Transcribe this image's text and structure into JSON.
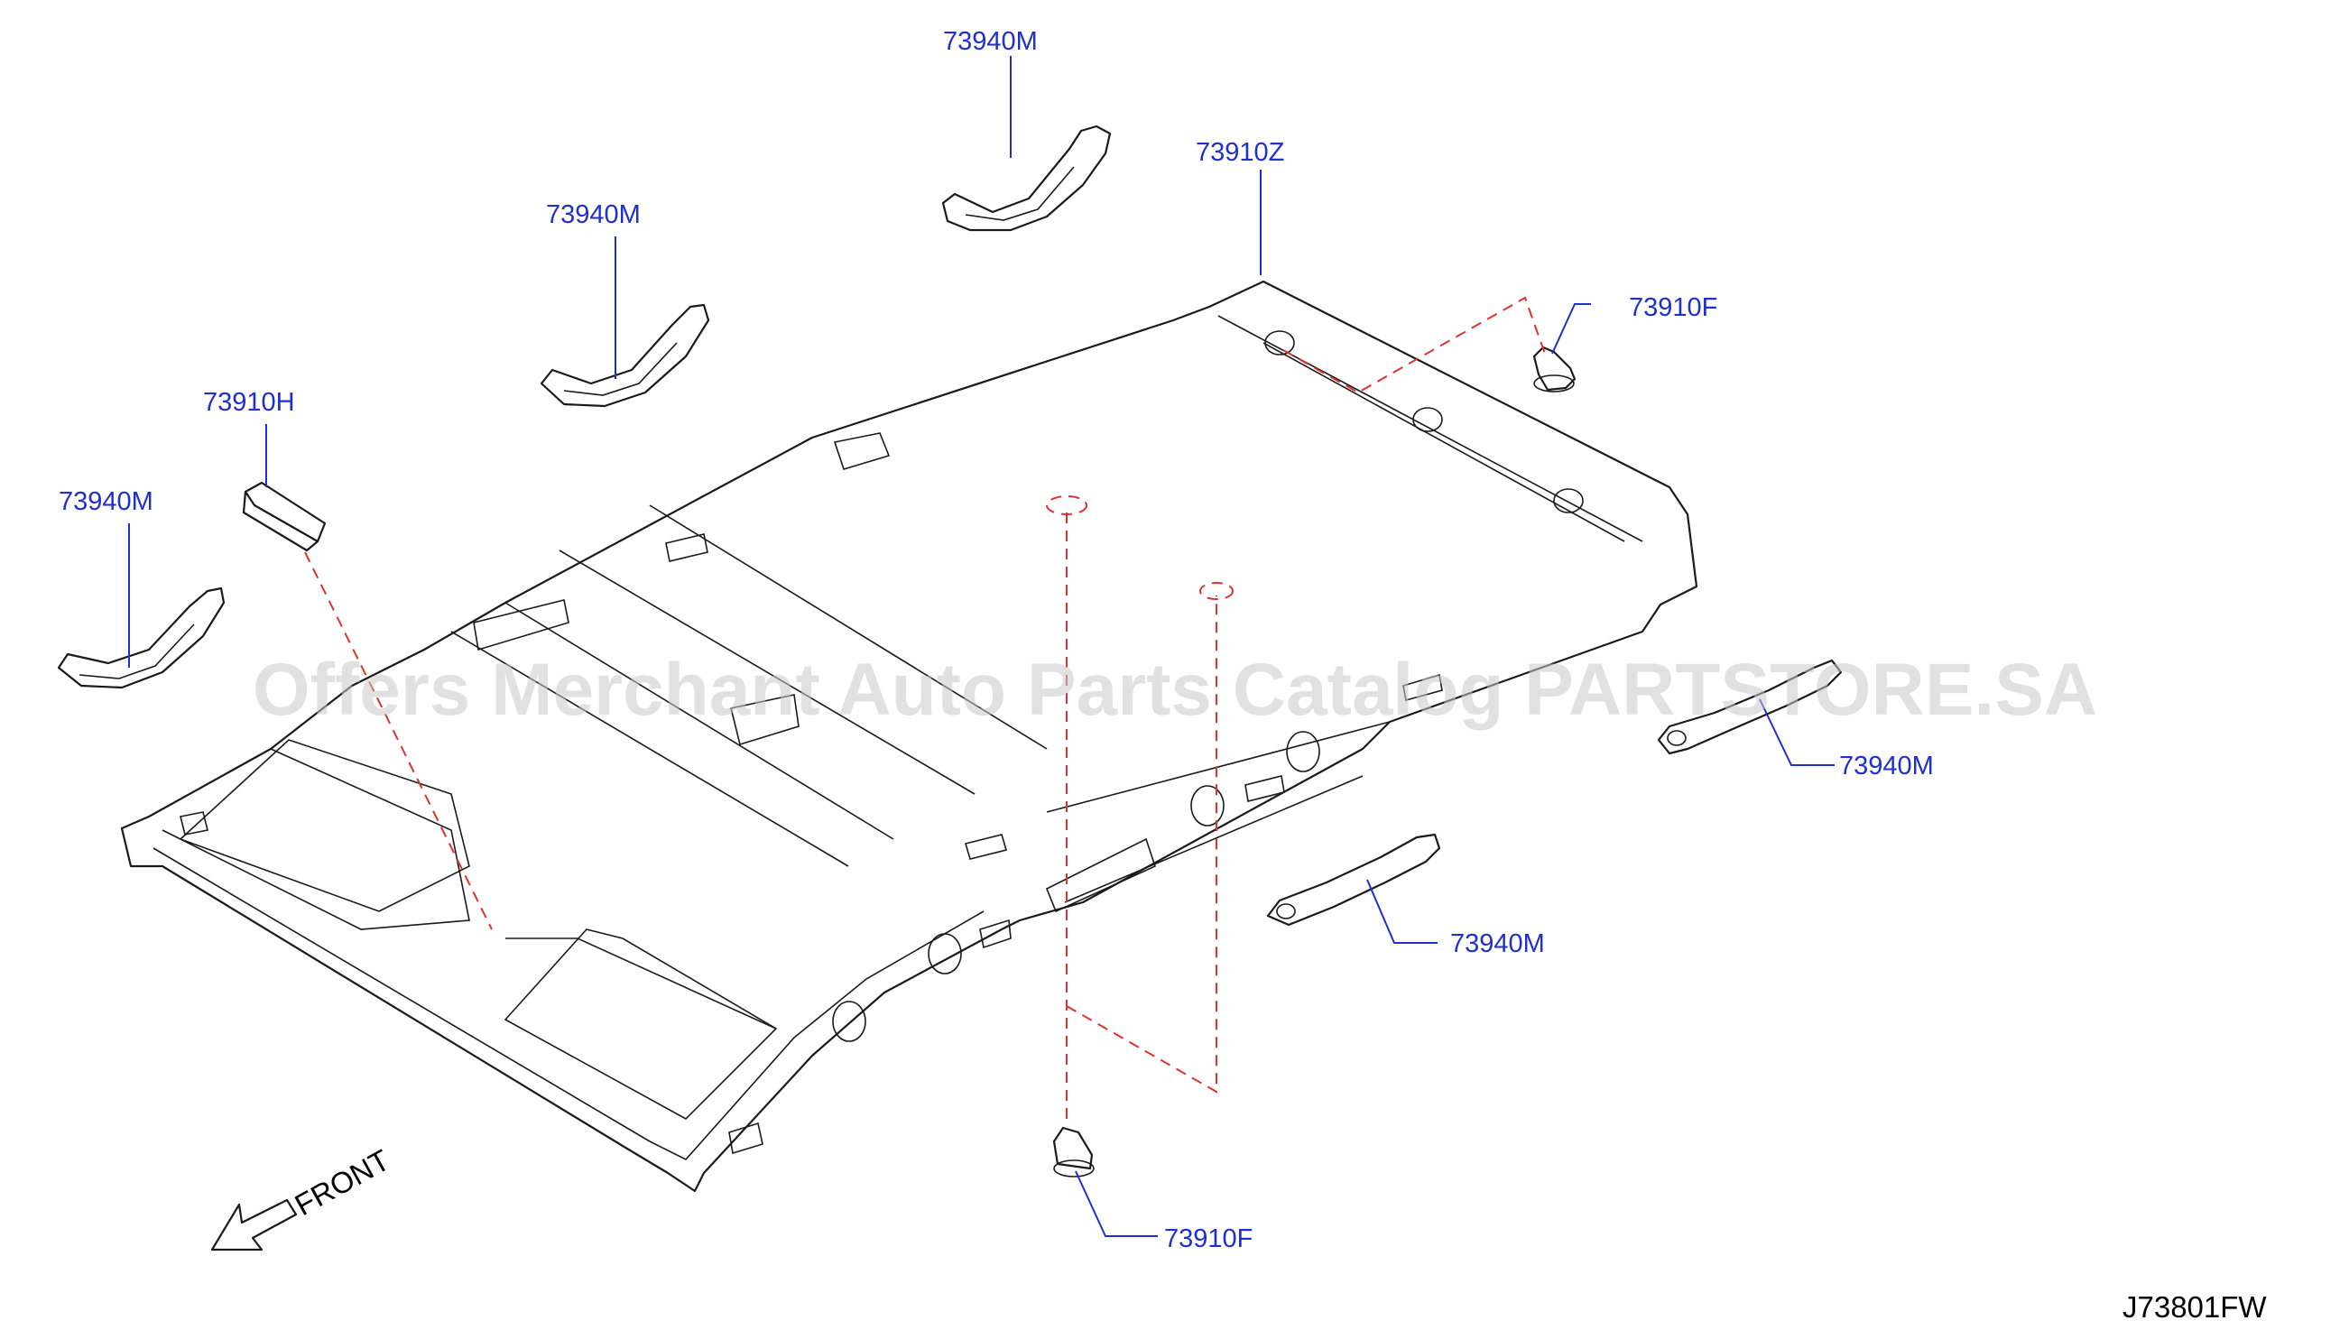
{
  "diagram": {
    "ref_code": "J73801FW",
    "direction_label": "FRONT",
    "watermark": "Offers Merchant Auto Parts Catalog PARTSTORE.SA",
    "callouts": [
      {
        "id": "grip-top",
        "part_number": "73940M"
      },
      {
        "id": "headlining",
        "part_number": "73910Z"
      },
      {
        "id": "grip-mid",
        "part_number": "73940M"
      },
      {
        "id": "clip-upper",
        "part_number": "73910F"
      },
      {
        "id": "pad",
        "part_number": "73910H"
      },
      {
        "id": "grip-left",
        "part_number": "73940M"
      },
      {
        "id": "grip-right-upper",
        "part_number": "73940M"
      },
      {
        "id": "grip-right-lower",
        "part_number": "73940M"
      },
      {
        "id": "clip-lower",
        "part_number": "73910F"
      }
    ]
  }
}
